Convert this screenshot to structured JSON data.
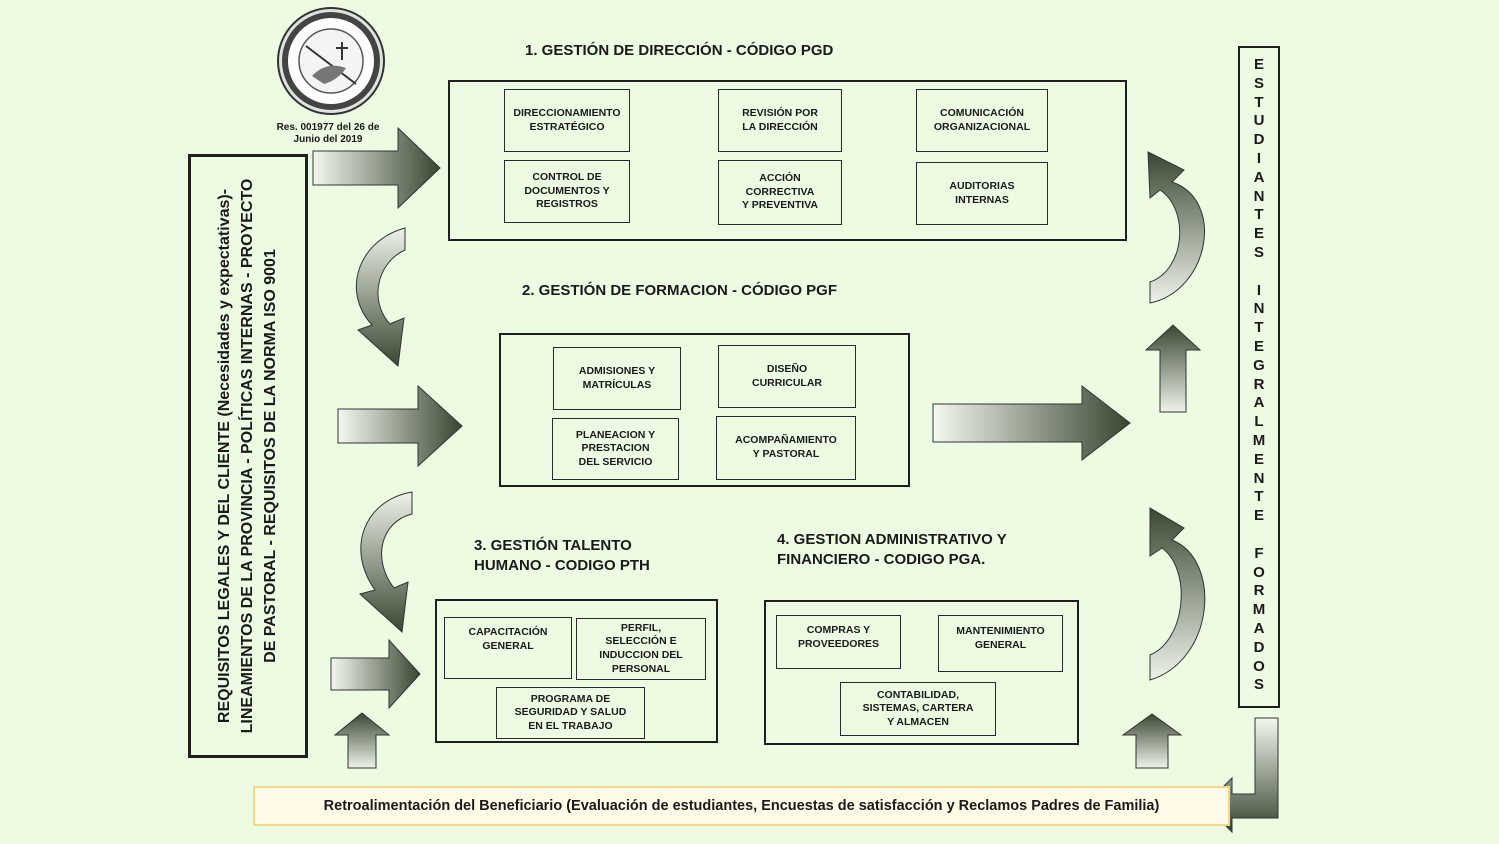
{
  "seal": {
    "caption": "Res. 001977 del 26 de\nJunio del 2019"
  },
  "left_requirements": "REQUISITOS LEGALES  Y DEL CLIENTE  (Necesidades  y expectativas)-\nLINEAMIENTOS DE LA PROVINCIA  -  POLÍTICAS INTERNAS  -  PROYECTO\nDE PASTORAL -  REQUISITOS DE LA NORMA ISO 9001",
  "right_column": "ESTUDIANTES INTEGRALMENTE FORMADOS",
  "feedback": "Retroalimentación del Beneficiario (Evaluación de estudiantes, Encuestas de satisfacción y Reclamos Padres de Familia)",
  "processes": {
    "direccion": {
      "title": "1. GESTIÓN DE DIRECCIÓN - CÓDIGO PGD",
      "items": [
        "DIRECCIONAMIENTO\nESTRATÉGICO",
        "REVISIÓN POR\nLA DIRECCIÓN",
        "COMUNICACIÓN\nORGANIZACIONAL",
        "CONTROL  DE\nDOCUMENTOS  Y\nREGISTROS",
        "ACCIÓN\nCORRECTIVA\nY  PREVENTIVA",
        "AUDITORIAS\nINTERNAS"
      ]
    },
    "formacion": {
      "title": "2. GESTIÓN DE FORMACION - CÓDIGO PGF",
      "items": [
        "ADMISIONES Y\nMATRÍCULAS",
        "DISEÑO\nCURRICULAR",
        "PLANEACION Y\nPRESTACION\nDEL SERVICIO",
        "ACOMPAÑAMIENTO\nY PASTORAL"
      ]
    },
    "talento": {
      "title": "3.   GESTIÓN TALENTO\n    HUMANO - CODIGO PTH",
      "items": [
        "CAPACITACIÓN\nGENERAL",
        "PERFIL,\nSELECCIÓN E\nINDUCCION DEL\nPERSONAL",
        "PROGRAMA DE\nSEGURIDAD Y SALUD\nEN EL TRABAJO"
      ]
    },
    "administrativo": {
      "title": "4.  GESTION ADMINISTRATIVO  Y\n     FINANCIERO - CODIGO PGA.",
      "items": [
        "COMPRAS Y\nPROVEEDORES",
        "MANTENIMIENTO\nGENERAL",
        "CONTABILIDAD,\nSISTEMAS, CARTERA\nY ALMACEN"
      ]
    }
  },
  "colors": {
    "background": "#eefbe3",
    "arrow_dark": "#3d4a33",
    "arrow_light": "#f2f7ee",
    "feedback_border": "#f2d88a"
  }
}
